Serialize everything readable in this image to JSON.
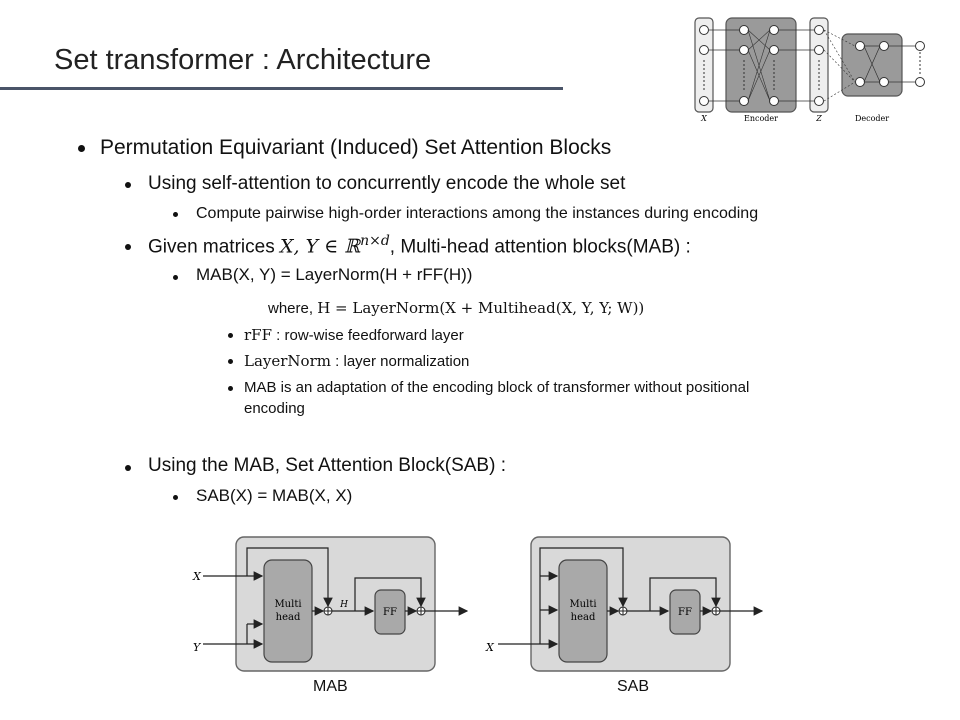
{
  "slide": {
    "title": "Set transformer : Architecture"
  },
  "bullets": {
    "b1": "Permutation Equivariant (Induced) Set Attention Blocks",
    "b2": "Using self-attention to concurrently encode the whole set",
    "b3": "Compute pairwise high-order interactions among the instances during encoding",
    "b4_prefix": "Given matrices ",
    "b4_math": "X, Y ∈ ℝ",
    "b4_sup": "n×d",
    "b4_suffix": ", Multi-head attention blocks(MAB) :",
    "b5_math": "MAB(X, Y) = LayerNorm(H + rFF(H))",
    "b5_where": "where, ",
    "b5_where_math": "H = LayerNorm(X + Multihead(X, Y, Y; W))",
    "b6_term": "rFF",
    "b6_text": " : row-wise feedforward layer",
    "b7_term": "LayerNorm",
    "b7_text": " : layer normalization",
    "b8_line1": "MAB is an adaptation of the encoding block of transformer without positional",
    "b8_line2": "encoding",
    "b9": "Using the MAB, Set Attention Block(SAB) :",
    "b10_math": "SAB(X) = MAB(X, X)"
  },
  "top_figure": {
    "labels": [
      "X",
      "Encoder",
      "Z",
      "Decoder"
    ]
  },
  "mab_figure": {
    "input_x": "X",
    "input_y": "Y",
    "multihead": [
      "Multi",
      "head"
    ],
    "h_label": "H",
    "ff": "FF",
    "caption": "MAB"
  },
  "sab_figure": {
    "input_x": "X",
    "multihead": [
      "Multi",
      "head"
    ],
    "ff": "FF",
    "caption": "SAB"
  },
  "colors": {
    "title_rule": "#4a5468",
    "figure_bg": "#d9d9d9",
    "block_fill": "#a9a9a9",
    "top_block_fill": "#9a9a9a"
  }
}
